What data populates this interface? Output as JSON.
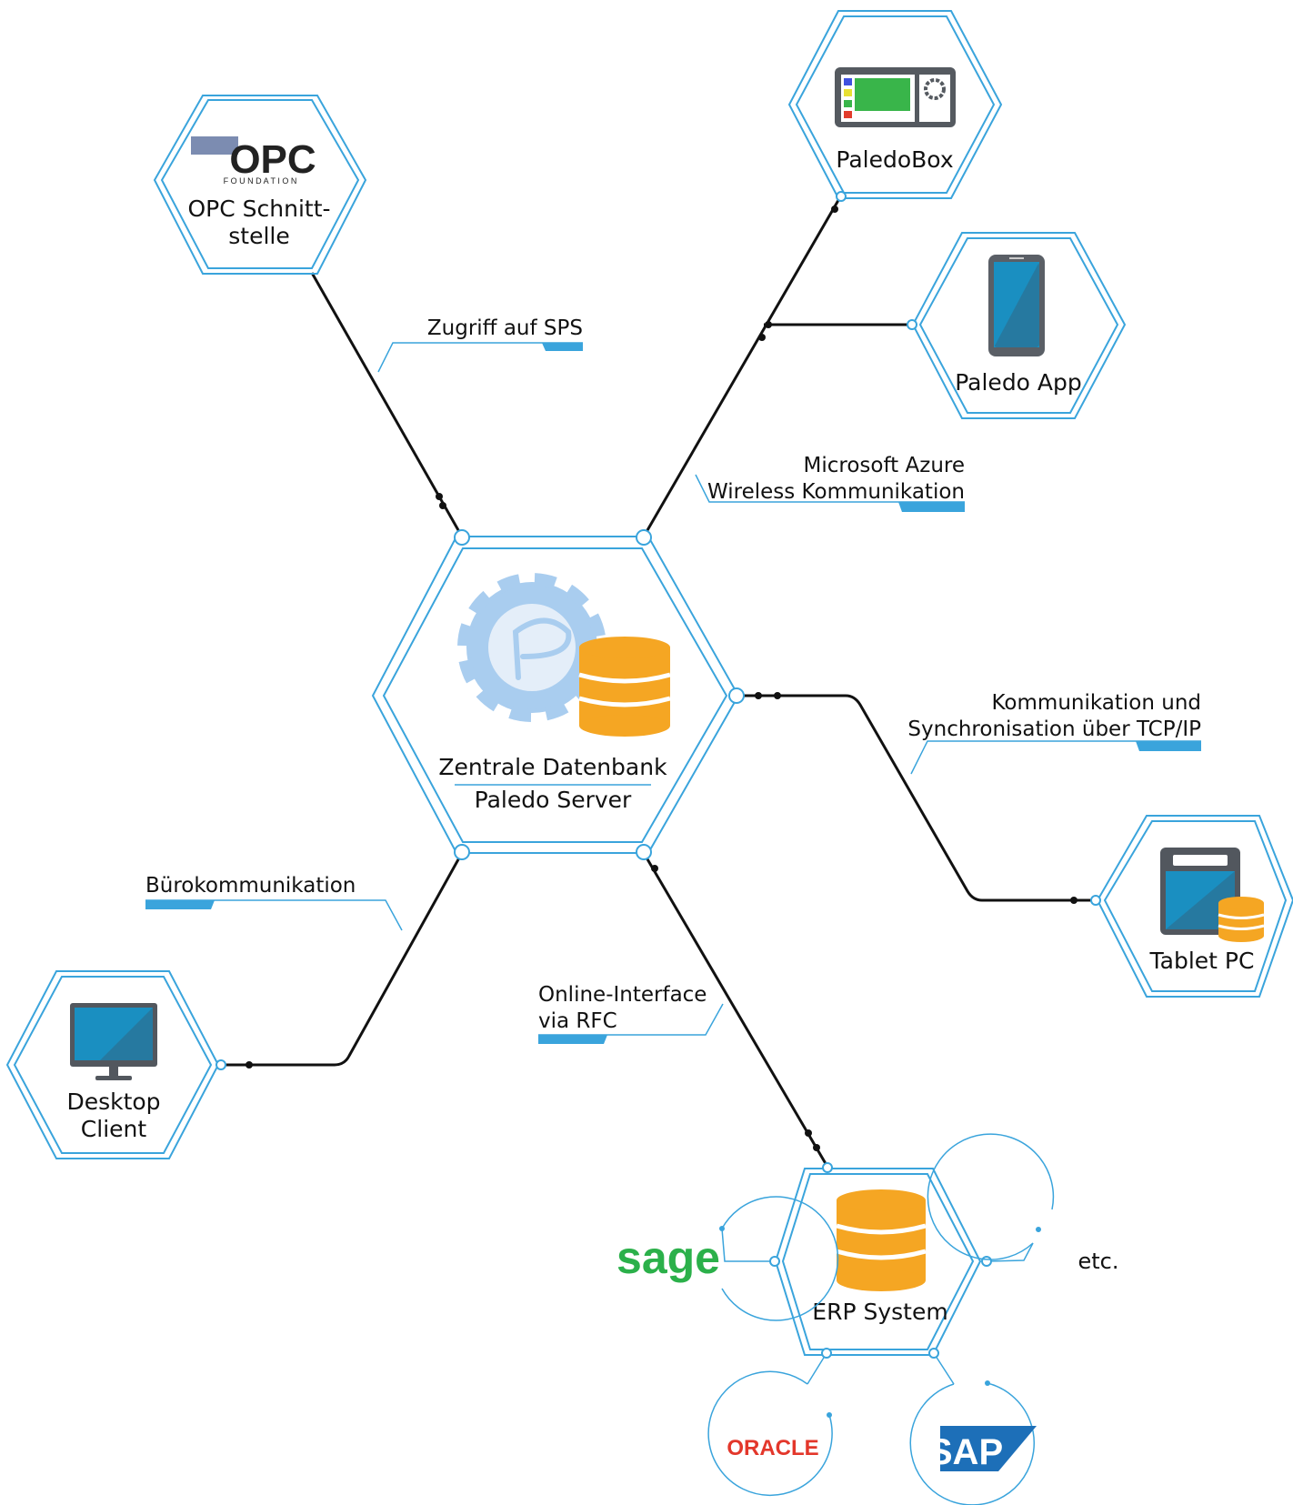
{
  "nodes": {
    "opc": {
      "line1": "OPC Schnitt-",
      "line2": "stelle",
      "logo_text": "OPC",
      "logo_sub": "F O U N D A T I O N"
    },
    "paledobox": {
      "label": "PaledoBox"
    },
    "app": {
      "label": "Paledo App"
    },
    "server": {
      "line1": "Zentrale Datenbank",
      "line2": "Paledo Server"
    },
    "tablet": {
      "label": "Tablet PC"
    },
    "desktop": {
      "line1": "Desktop",
      "line2": "Client"
    },
    "erp": {
      "label": "ERP System"
    }
  },
  "connections": {
    "sps": "Zugriff auf SPS",
    "azure_line1": "Microsoft Azure",
    "azure_line2": "Wireless Kommunikation",
    "tcp_line1": "Kommunikation und",
    "tcp_line2": "Synchronisation über TCP/IP",
    "buero": "Bürokommunikation",
    "rfc_line1": "Online-Interface",
    "rfc_line2": "via RFC"
  },
  "erp_partners": {
    "sage": "sage",
    "etc": "etc.",
    "oracle": "ORACLE",
    "sap": "SAP"
  },
  "colors": {
    "accent": "#3aa4dc",
    "database": "#f5a623",
    "gear": "#a9cdef",
    "sage": "#2bb04a",
    "oracle": "#e3372b",
    "sap": "#1d6fb8",
    "screen": "#1a8fc1"
  },
  "icons": [
    "opc-logo",
    "paledobox-icon",
    "smartphone-icon",
    "gear-icon",
    "database-icon",
    "tablet-icon",
    "monitor-icon",
    "sage-logo",
    "oracle-logo",
    "sap-logo"
  ]
}
